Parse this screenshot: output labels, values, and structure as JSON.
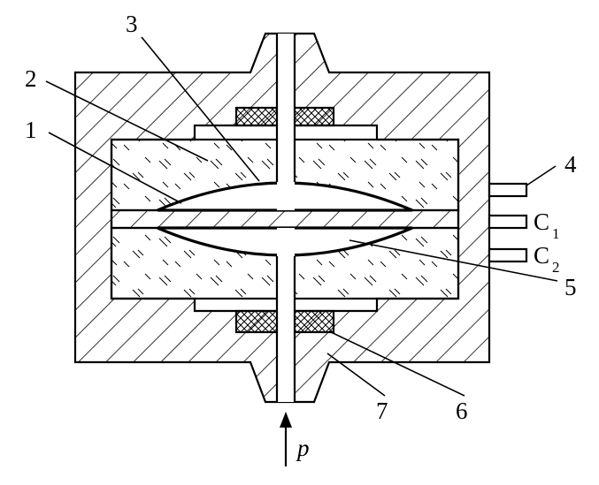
{
  "labels": {
    "l1": "1",
    "l2": "2",
    "l3": "3",
    "l4": "4",
    "l5": "5",
    "l6": "6",
    "l7": "7",
    "c1_main": "C",
    "c1_sub": "1",
    "c2_main": "C",
    "c2_sub": "2",
    "pressure": "p"
  }
}
